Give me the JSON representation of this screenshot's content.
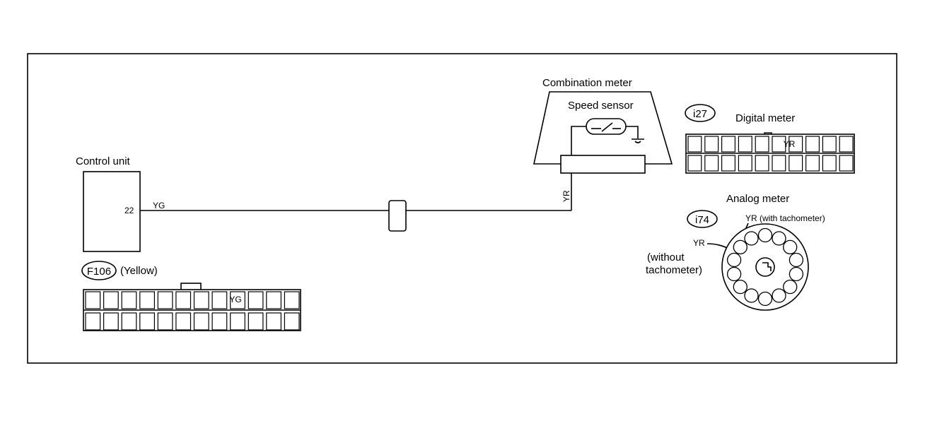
{
  "control_unit": {
    "title": "Control unit",
    "pin": "22",
    "wire_color": "YG"
  },
  "combination_meter": {
    "title": "Combination meter",
    "sensor_label": "Speed sensor",
    "wire_color": "YR"
  },
  "connector_f106": {
    "code": "F106",
    "note": "(Yellow)",
    "pin_label": "YG"
  },
  "connector_i27": {
    "code": "i27",
    "title": "Digital meter",
    "pin_label": "YR"
  },
  "connector_i74": {
    "code": "i74",
    "title": "Analog meter",
    "with_label": "YR  (with tachometer)",
    "without_pin": "YR",
    "without_line1": "(without",
    "without_line2": "tachometer)"
  }
}
